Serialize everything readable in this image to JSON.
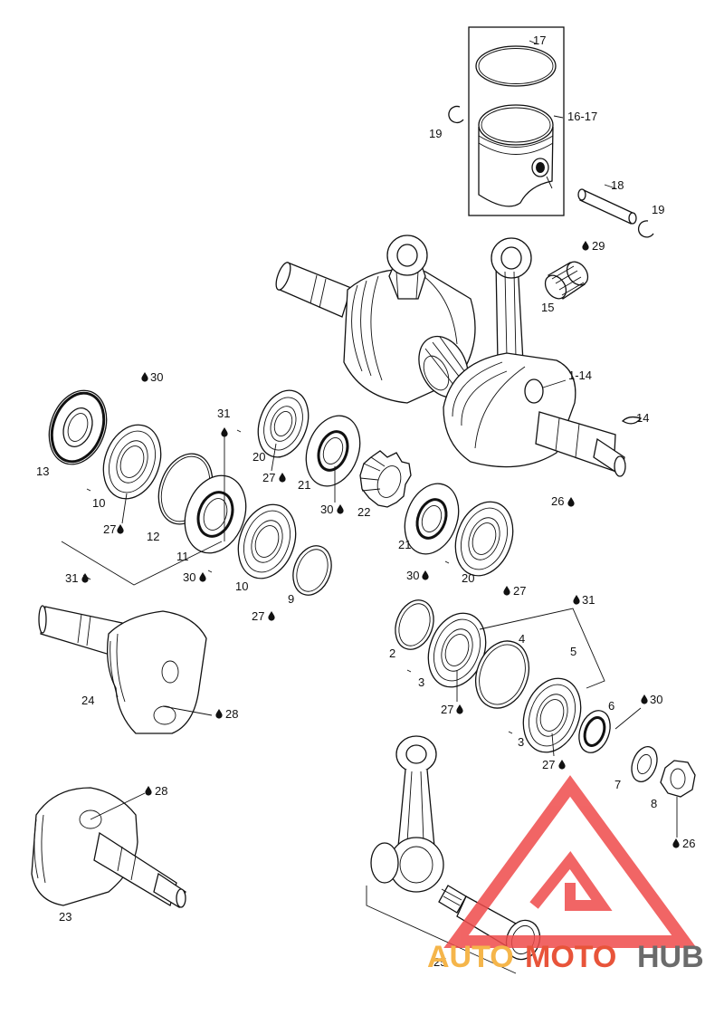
{
  "diagram": {
    "labels": {
      "p17": "17",
      "p16_17": "16-17",
      "p19a": "19",
      "p18": "18",
      "p19b": "19",
      "p29": "29",
      "p15": "15",
      "p1_14": "1-14",
      "p14": "14",
      "p26a": "26",
      "p30a": "30",
      "p31a": "31",
      "p13": "13",
      "p10a": "10",
      "p27a": "27",
      "p12": "12",
      "p11": "11",
      "p20a": "20",
      "p27b": "27",
      "p21a": "21",
      "p30b": "30",
      "p22": "22",
      "p21b": "21",
      "p30c": "30",
      "p20b": "20",
      "p27c": "27",
      "p31b": "31",
      "p30d": "30",
      "p10b": "10",
      "p9": "9",
      "p27d": "27",
      "p31c": "31",
      "p2": "2",
      "p4": "4",
      "p5": "5",
      "p3a": "3",
      "p27e": "27",
      "p6": "6",
      "p30e": "30",
      "p3b": "3",
      "p27f": "27",
      "p24": "24",
      "p28a": "28",
      "p7": "7",
      "p8": "8",
      "p26b": "26",
      "p28b": "28",
      "p23": "23",
      "p25": "25"
    }
  },
  "watermark": {
    "part1": "AUTO",
    "part2": "MOTO",
    "part3": "HUB",
    "color1": "#f5b54a",
    "color2": "#e8543a",
    "color3": "#6b6b6b",
    "triangle_color": "#ef4b4b"
  }
}
